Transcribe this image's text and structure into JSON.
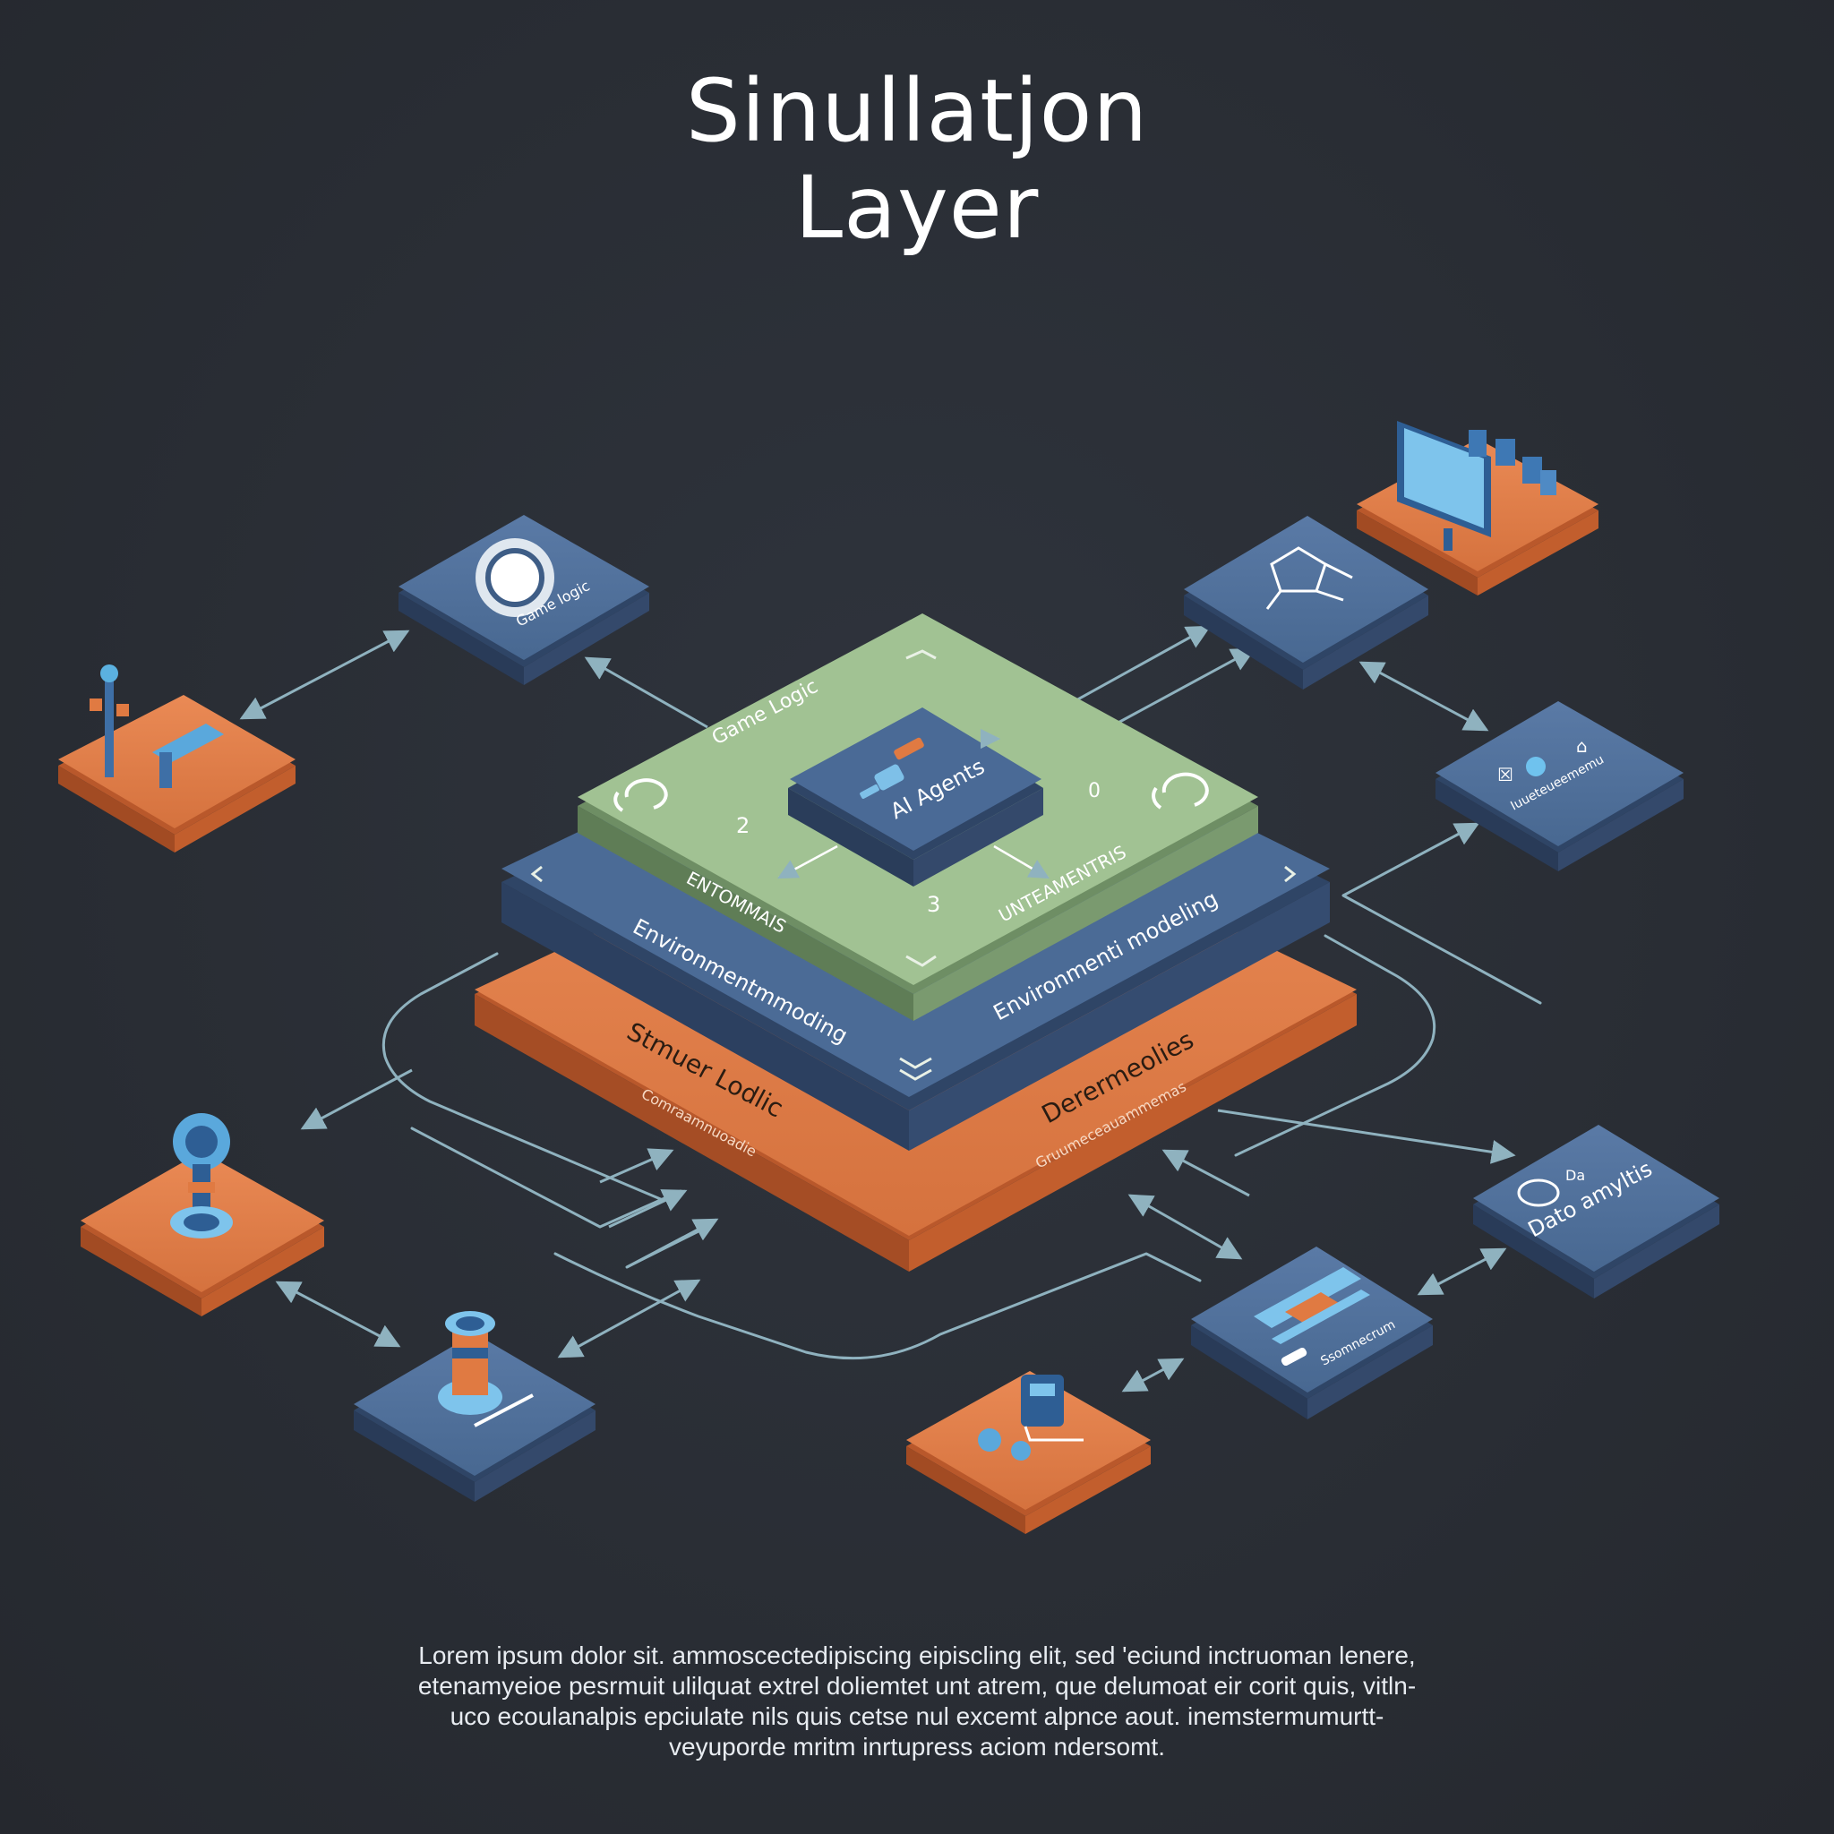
{
  "title": {
    "line1": "Sinullatjon",
    "line2": "Layer"
  },
  "stack": {
    "top_layer_label": "Game Logic",
    "center_block_label": "AI Agents",
    "top_left_text": "ENTOMMAIS",
    "top_right_text": "UNTEAMENTRIS",
    "num_1": "2",
    "num_2": "3",
    "num_3": "0",
    "middle_left_label": "Environmentmmoding",
    "middle_right_label": "Environmenti modeling",
    "bottom_left_label": "Stmuer Lodlic",
    "bottom_left_sub": "Comraamnuoadie",
    "bottom_right_label": "Derermeolies",
    "bottom_right_sub": "Gruumeceauammemas"
  },
  "nodes": {
    "gear_node_label": "Game logic",
    "right_node_label": "Iuueteueememu",
    "data_node_label": "Dato amyltis",
    "data_node_prefix": "Da",
    "circuit_node_label": "Ssomnecrum"
  },
  "caption": {
    "line1": "Lorem ipsum dolor sit. ammoscectedipiscing eipiscling elit, sed 'eciund inctruoman lenere,",
    "line2": "etenamyeioe pesrmuit ulilquat extrel doliemtet unt atrem, que delumoat eir corit quis, vitln-",
    "line3": "uco ecoulanalpis epciulate  nils  quis  cetse  nul  excemt  alpnce  aout. inemstermumurtt-",
    "line4": "veyuporde mritm inrtupress aciom ndersomt."
  },
  "colors": {
    "background": "#2a2e36",
    "green_layer": "#9cbd8f",
    "blue_layer": "#4a6a96",
    "orange_layer": "#d8733f",
    "connector": "#8fb2bf",
    "text_light": "#ffffff"
  }
}
